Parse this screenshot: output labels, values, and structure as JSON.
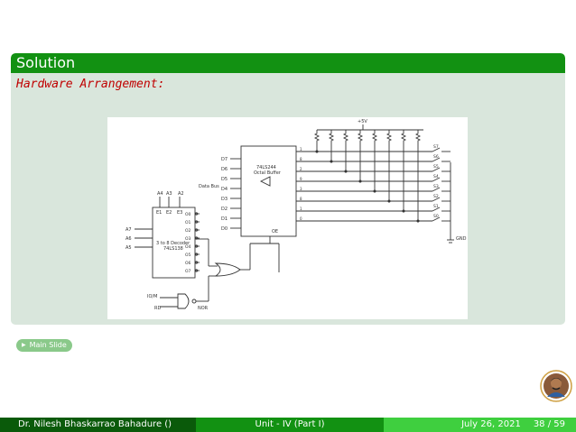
{
  "slide": {
    "block_title": "Solution",
    "subheading": "Hardware Arrangement:"
  },
  "diagram": {
    "vcc": "+5V",
    "gnd": "GND",
    "data_bus": "Data Bus",
    "buffer_line1": "74LS244",
    "buffer_line2": "Octal Buffer",
    "oe": "OE",
    "decoder_line1": "3 to 8 Decoder",
    "decoder_line2": "74LS138",
    "enables": [
      "E1",
      "E2",
      "E3"
    ],
    "addr_top": [
      "A4",
      "A3",
      "A2"
    ],
    "addr_left": [
      "A7",
      "A6",
      "A5"
    ],
    "outputs": [
      "O0",
      "O1",
      "O2",
      "O3",
      "O4",
      "O5",
      "O6",
      "O7"
    ],
    "data_lines": [
      "D7",
      "D6",
      "D5",
      "D4",
      "D3",
      "D2",
      "D1",
      "D0"
    ],
    "buffer_pins": [
      "1",
      "8",
      "2",
      "9",
      "3",
      "8",
      "1",
      "0"
    ],
    "switches": [
      "S7",
      "S6",
      "S5",
      "S4",
      "S3",
      "S2",
      "S1",
      "S0"
    ],
    "io_m": "IO/M",
    "rd": "RD",
    "nor": "NOR"
  },
  "nav": {
    "main_slide": "Main Slide"
  },
  "footer": {
    "author": "Dr. Nilesh Bhaskarrao Bahadure  ()",
    "unit": "Unit - IV (Part I)",
    "date": "July 26, 2021",
    "page": "38 / 59"
  }
}
